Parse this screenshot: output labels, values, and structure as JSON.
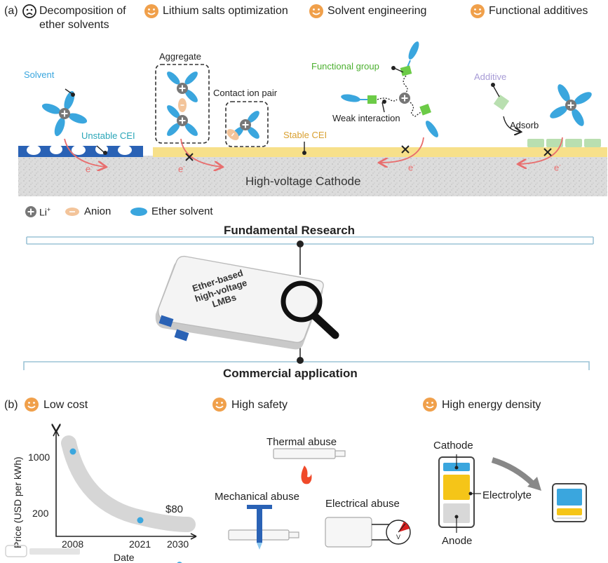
{
  "colors": {
    "orange": "#f0a04b",
    "blue": "#3aa6de",
    "cei": "#f7e08a",
    "green": "#6ccb47",
    "red": "#e86e6e",
    "unstable": "#2a62b5",
    "additive": "#b9dfb0",
    "anion": "#f3c49a",
    "bracket": "#9cc3d6",
    "battery_yellow": "#f5c518"
  },
  "part_a": {
    "label": "(a)",
    "headers": [
      "Decomposition of",
      "ether solvents",
      "Lithium salts optimization",
      "Solvent engineering",
      "Functional additives"
    ],
    "labels": {
      "solvent": "Solvent",
      "unstable_cei": "Unstable CEI",
      "aggregate": "Aggregate",
      "contact_ion_pair": "Contact ion pair",
      "stable_cei": "Stable CEI",
      "functional_group": "Functional group",
      "weak_interaction": "Weak interaction",
      "additive": "Additive",
      "adsorb": "Adsorb",
      "cathode": "High-voltage Cathode",
      "electron": "e"
    },
    "legend": {
      "li": "Li",
      "li_sup": "+",
      "anion": "Anion",
      "ether": "Ether solvent"
    }
  },
  "center": {
    "fundamental": "Fundamental Research",
    "commercial": "Commercial application",
    "battery_lines": [
      "Ether-based",
      "high-voltage",
      "LMBs"
    ]
  },
  "part_b": {
    "label": "(b)",
    "headers": [
      "Low cost",
      "High safety",
      "High energy density"
    ],
    "safety_labels": {
      "thermal": "Thermal abuse",
      "mechanical": "Mechanical abuse",
      "electrical": "Electrical abuse",
      "volt": "V"
    },
    "energy_labels": {
      "cathode": "Cathode",
      "electrolyte": "Electrolyte",
      "anode": "Anode"
    }
  },
  "chart_data": {
    "type": "scatter",
    "xlabel": "Date",
    "ylabel": "Price (USD per kWh)",
    "x_ticks": [
      "2008",
      "2021",
      "2030"
    ],
    "y_ticks": [
      "1000",
      "200"
    ],
    "points": [
      {
        "x": "2008",
        "y": 1000
      },
      {
        "x": "2021",
        "y": 200
      },
      {
        "x": "2030",
        "y": 80
      }
    ],
    "annotation": "$80"
  }
}
